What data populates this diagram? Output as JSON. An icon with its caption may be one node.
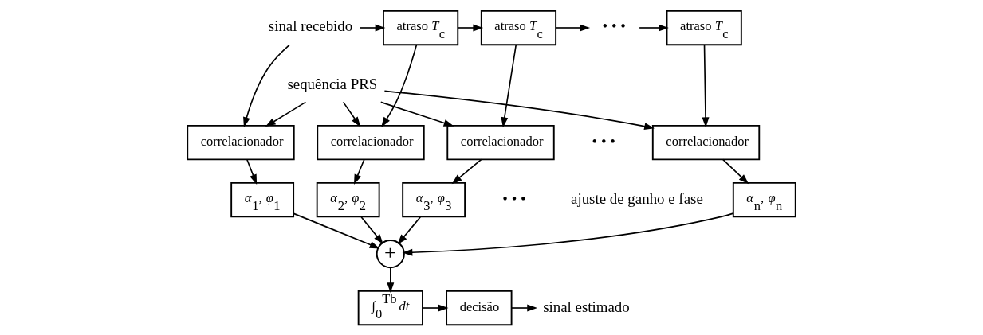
{
  "diagram": {
    "nodes": [
      {
        "text": [
          "sinal recebido"
        ]
      },
      {
        "text": [
          "sequência PRS"
        ]
      },
      {
        "text": [
          "atraso *T*$_{c}$"
        ]
      },
      {
        "text": [
          "atraso *T*$_{c}$"
        ]
      },
      {
        "text": [
          "• • •"
        ]
      },
      {
        "text": [
          "atraso *T*$_{c}$"
        ]
      },
      {
        "text": [
          "correlacionador"
        ]
      },
      {
        "text": [
          "correlacionador"
        ]
      },
      {
        "text": [
          "correlacionador"
        ]
      },
      {
        "text": [
          "correlacionador"
        ]
      },
      {
        "text": [
          "*α*$_{1}$, *φ*$_{1}$"
        ]
      },
      {
        "text": [
          "*α*$_{2}$, *φ*$_{2}$"
        ]
      },
      {
        "text": [
          "*α*$_{3}$, *φ*$_{3}$"
        ]
      },
      {
        "text": [
          "*α*$_{n}$, *φ*$_{n}$"
        ]
      },
      {
        "text": [
          "+"
        ]
      },
      {
        "text": [
          "∫$_{0}$$^{Tb}$ *dt*"
        ]
      },
      {
        "text": [
          "decisão"
        ]
      },
      {
        "text": [
          "sinal estimado"
        ]
      }
    ],
    "edges": [
      {
        "from": 0,
        "to": 2,
        "arrow": "to"
      },
      {
        "from": 0,
        "to": 6,
        "arrow": "to"
      },
      {
        "from": 2,
        "to": 3,
        "arrow": "to"
      },
      {
        "from": 2,
        "to": 7,
        "arrow": "to"
      },
      {
        "from": 3,
        "to": 4,
        "arrow": "to"
      },
      {
        "from": 3,
        "to": 8,
        "arrow": "to"
      },
      {
        "from": 4,
        "to": 5,
        "arrow": "to"
      },
      {
        "from": 5,
        "to": 9,
        "arrow": "to"
      },
      {
        "from": 1,
        "to": 6,
        "arrow": "to"
      },
      {
        "from": 1,
        "to": 7,
        "arrow": "to"
      },
      {
        "from": 1,
        "to": 8,
        "arrow": "to"
      },
      {
        "from": 1,
        "to": 9,
        "arrow": "to"
      },
      {
        "from": 6,
        "to": 10,
        "arrow": "to"
      },
      {
        "from": 7,
        "to": 11,
        "arrow": "to"
      },
      {
        "from": 8,
        "to": 12,
        "arrow": "to"
      },
      {
        "from": 9,
        "to": 13,
        "arrow": "to"
      },
      {
        "from": 10,
        "to": 14,
        "arrow": "to"
      },
      {
        "from": 11,
        "to": 14,
        "arrow": "to"
      },
      {
        "from": 12,
        "to": 14,
        "arrow": "to"
      },
      {
        "from": 13,
        "to": 14,
        "arrow": "to"
      },
      {
        "from": 14,
        "to": 15,
        "arrow": "to"
      },
      {
        "from": 15,
        "to": 16,
        "arrow": "to"
      },
      {
        "from": 16,
        "to": 17,
        "arrow": "to"
      }
    ],
    "labels": [
      "• • •",
      "ajuste de ganho e fase",
      "• • •"
    ]
  }
}
